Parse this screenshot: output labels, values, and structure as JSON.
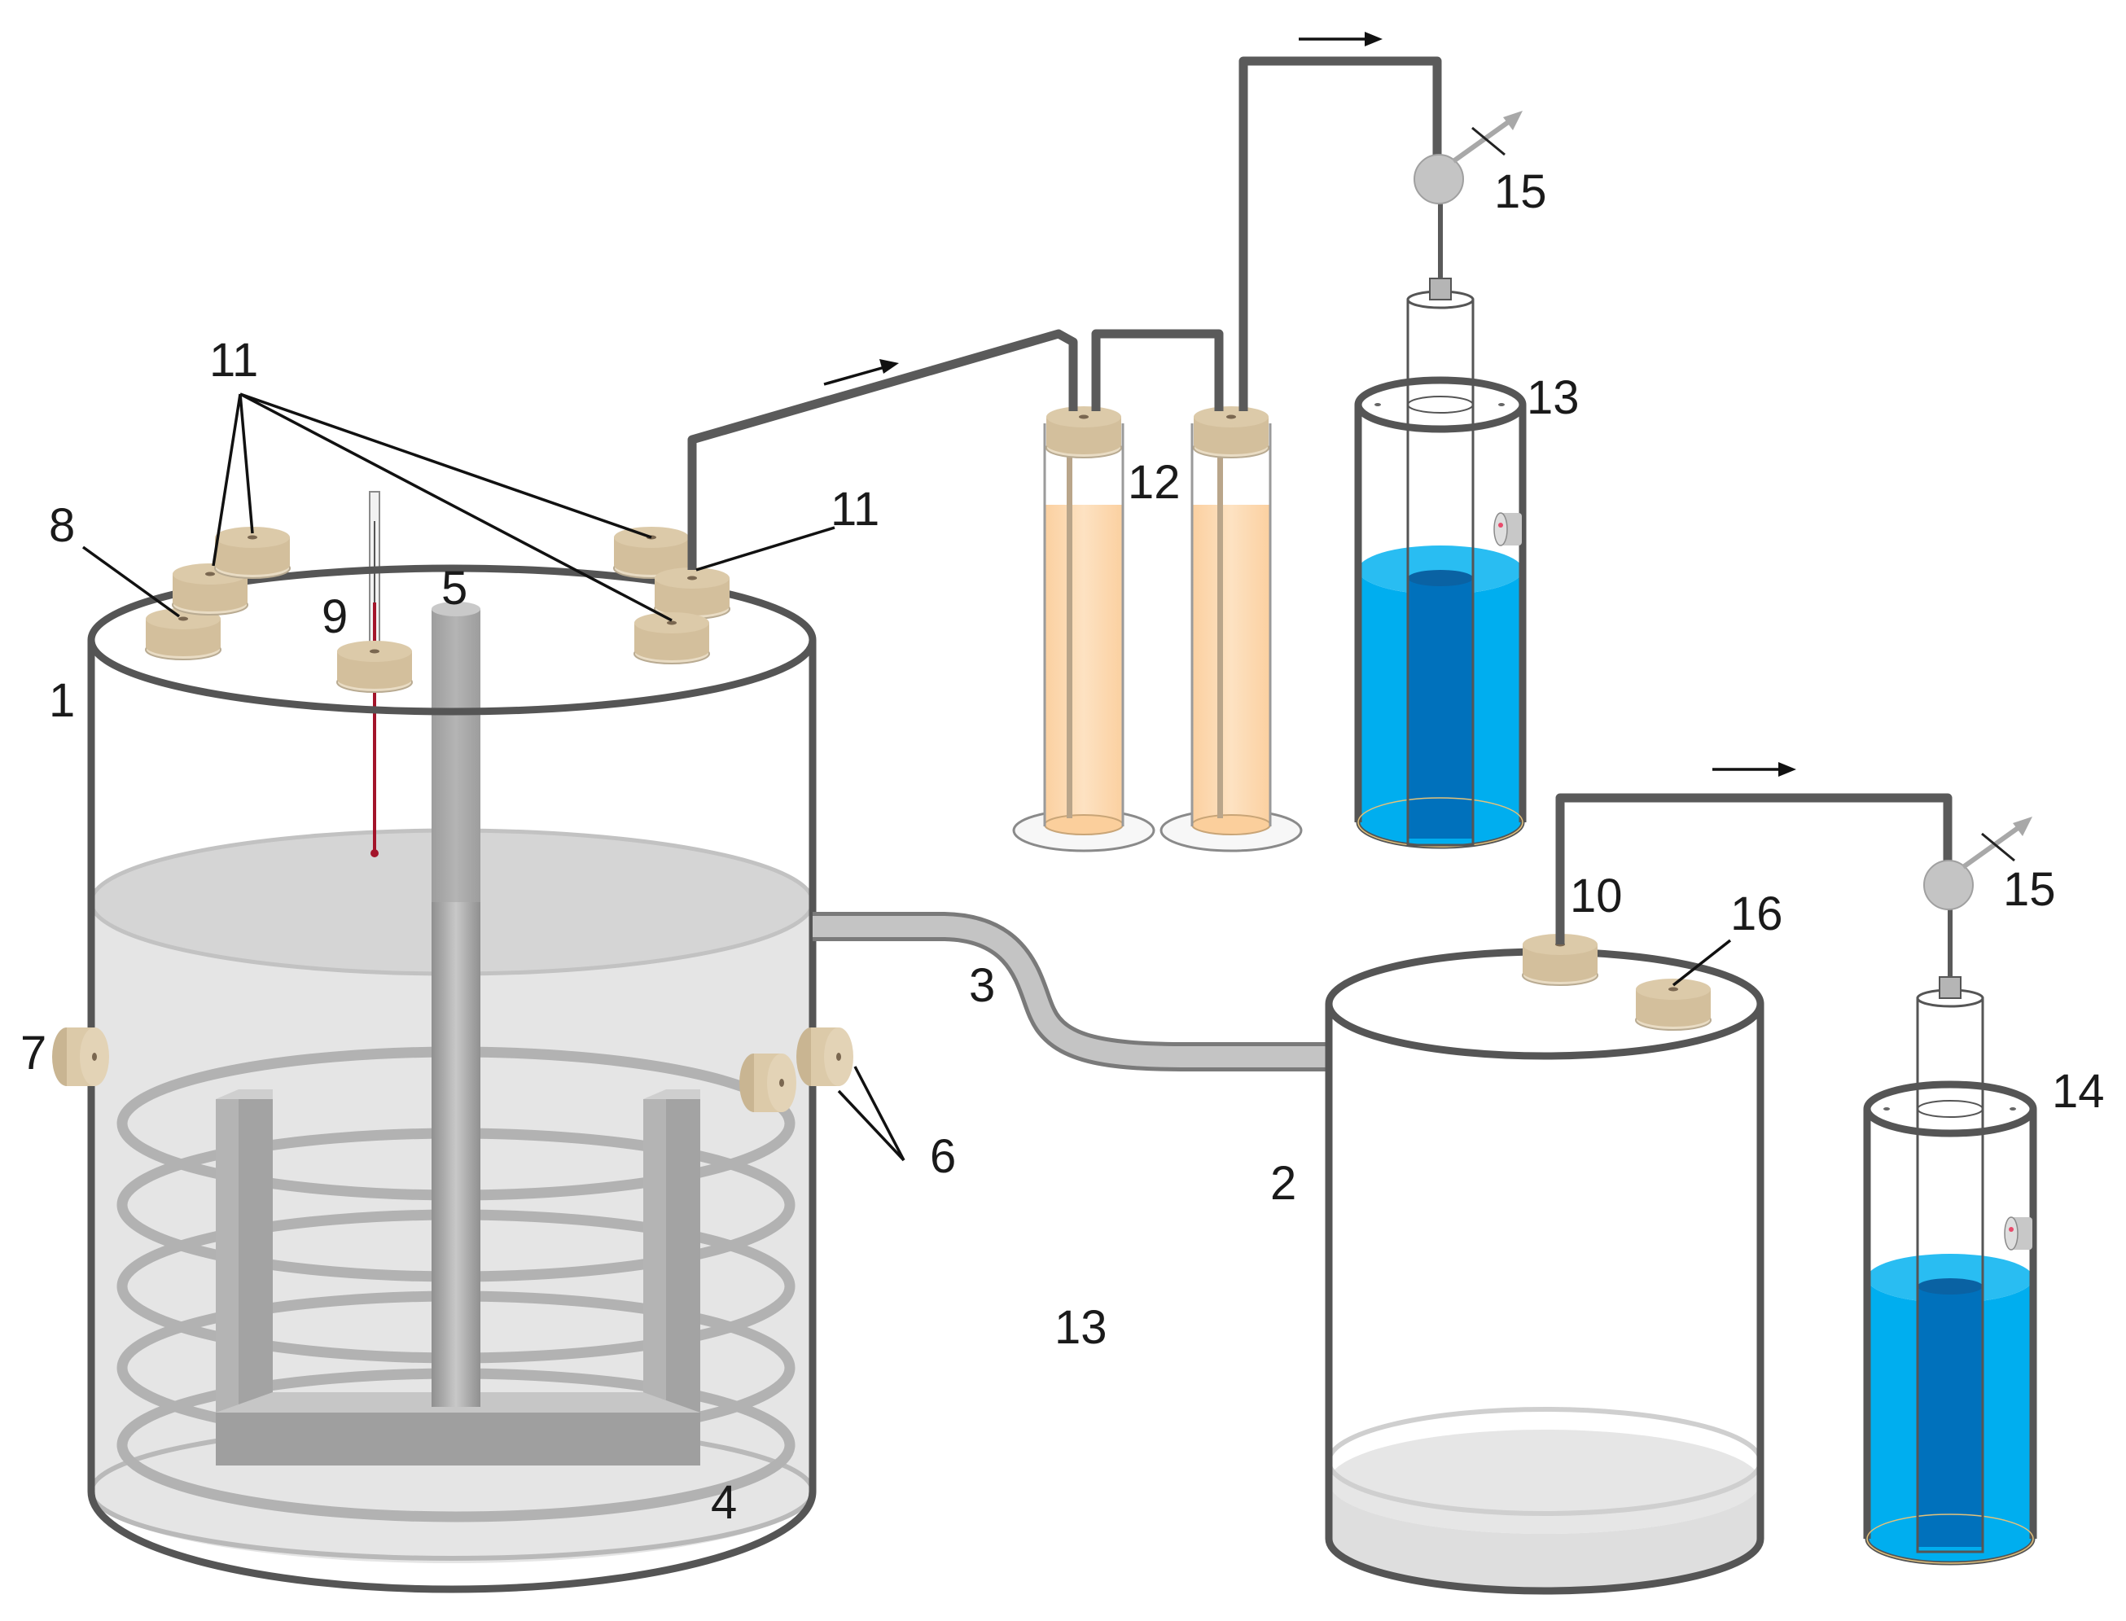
{
  "labels": {
    "vessel_main": "1",
    "vessel_secondary": "2",
    "connecting_tube": "3",
    "cooling_coil": "4",
    "stirrer_shaft": "5",
    "side_ports_right": "6",
    "side_port_left": "7",
    "top_port": "8",
    "thermometer": "9",
    "outlet_stopper": "10",
    "stoppers_group": "11",
    "outlet_stopper_top": "11",
    "absorber_bottles": "12",
    "gas_meter_upper": "13",
    "center_number": "13",
    "gas_meter_lower": "14",
    "valve_upper": "15",
    "valve_lower": "15",
    "stopper_secondary": "16"
  },
  "colors": {
    "outline": "#555555",
    "pipe": "#5a5a5a",
    "liquid_grey": "#dedede",
    "cork": "#d9c6a5",
    "absorber_liquid": "#fbd3a6",
    "meter_water": "#00aeef",
    "meter_inner_tube": "#0071bc",
    "thermometer_red": "#a3142a"
  },
  "icons": {
    "flow_arrow": "right-arrow-icon",
    "valve": "valve-icon"
  }
}
